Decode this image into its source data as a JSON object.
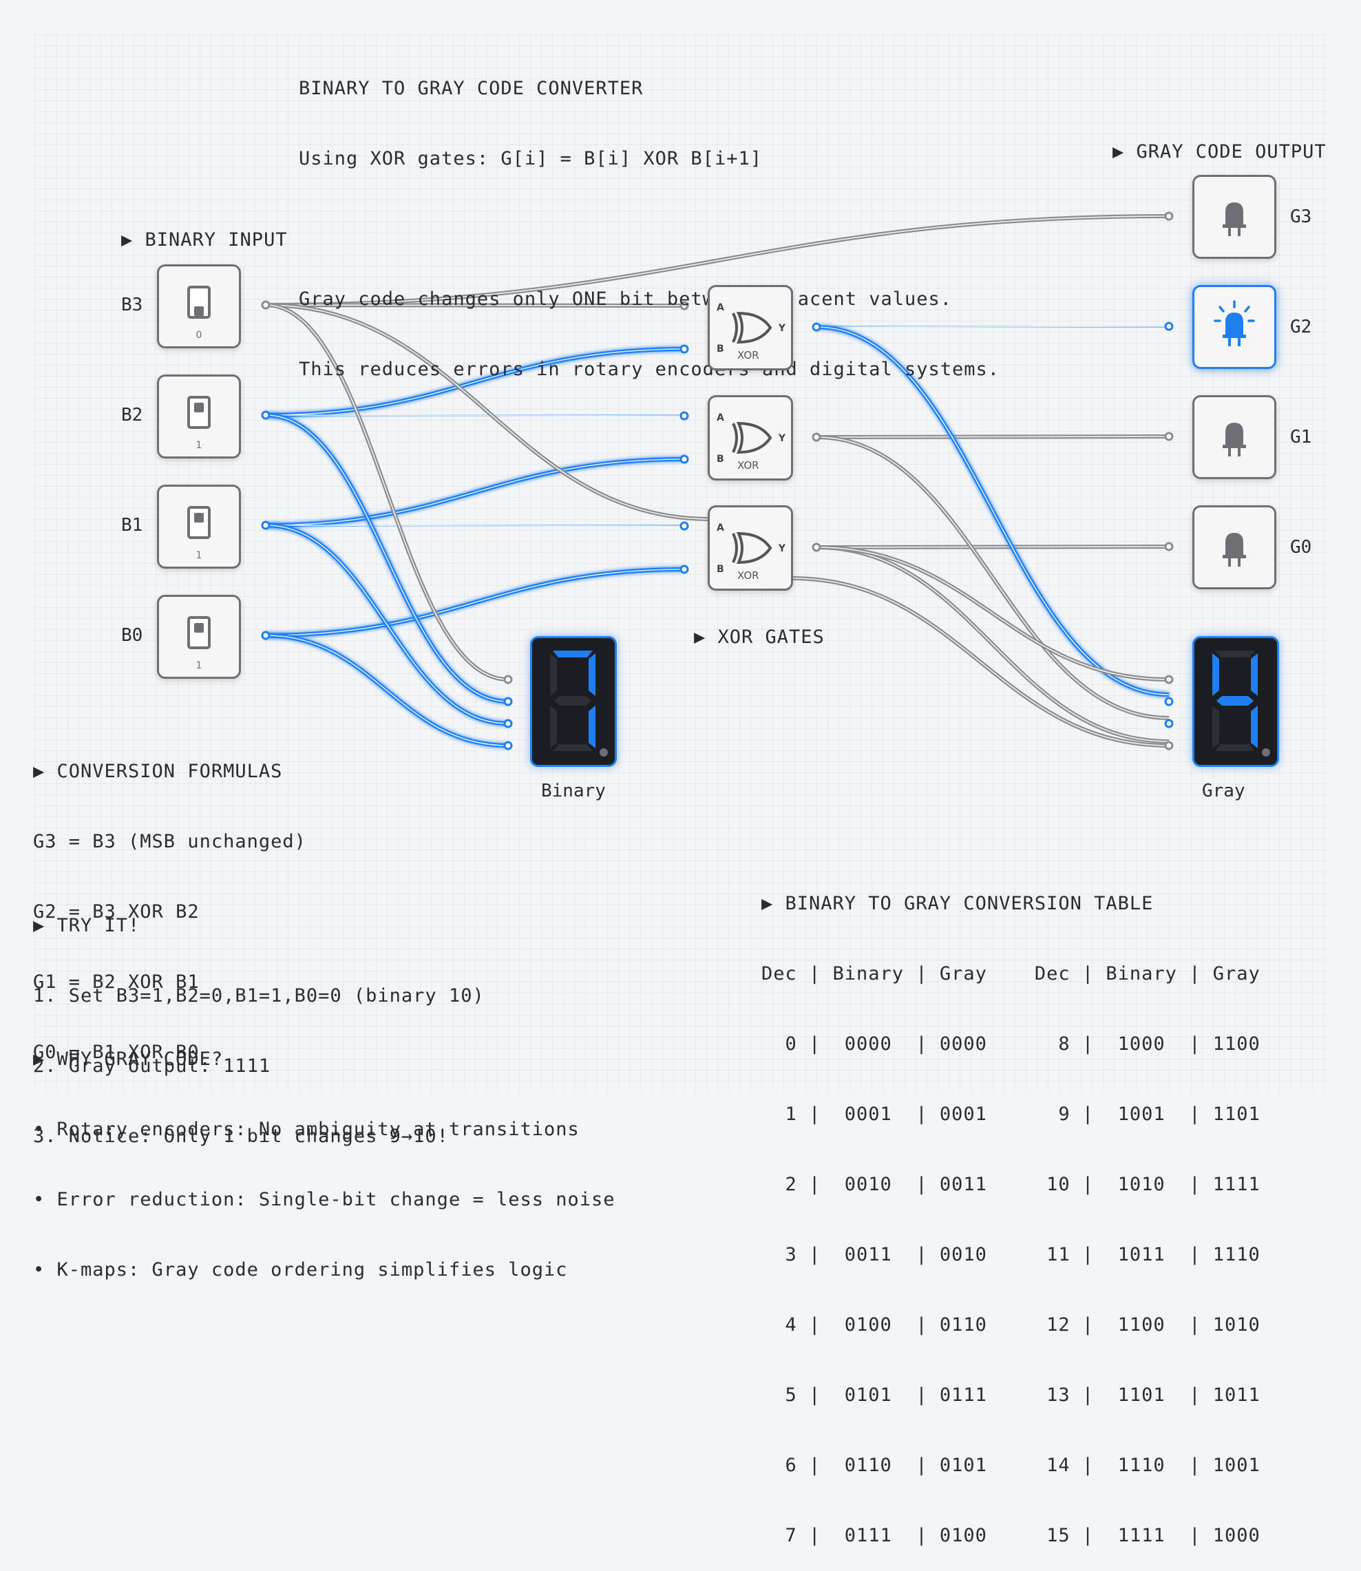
{
  "header": {
    "lines": [
      "BINARY TO GRAY CODE CONVERTER",
      "Using XOR gates: G[i] = B[i] XOR B[i+1]",
      "",
      "Gray code changes only ONE bit between adjacent values.",
      "This reduces errors in rotary encoders and digital systems."
    ]
  },
  "sections": {
    "binary_input": "▶ BINARY INPUT",
    "gray_output": "▶ GRAY CODE OUTPUT",
    "xor_gates": "▶ XOR GATES"
  },
  "inputs": [
    {
      "label": "B3",
      "value": "0",
      "on": false
    },
    {
      "label": "B2",
      "value": "1",
      "on": true
    },
    {
      "label": "B1",
      "value": "1",
      "on": true
    },
    {
      "label": "B0",
      "value": "1",
      "on": true
    }
  ],
  "outputs": [
    {
      "label": "G3",
      "on": false
    },
    {
      "label": "G2",
      "on": true
    },
    {
      "label": "G1",
      "on": false
    },
    {
      "label": "G0",
      "on": false
    }
  ],
  "gates": [
    {
      "name": "XOR",
      "pin_a": "A",
      "pin_b": "B",
      "pin_y": "Y"
    },
    {
      "name": "XOR",
      "pin_a": "A",
      "pin_b": "B",
      "pin_y": "Y"
    },
    {
      "name": "XOR",
      "pin_a": "A",
      "pin_b": "B",
      "pin_y": "Y"
    }
  ],
  "displays": [
    {
      "label": "Binary",
      "digit": 7
    },
    {
      "label": "Gray",
      "digit": 4
    }
  ],
  "formulas": {
    "lines": [
      "▶ CONVERSION FORMULAS",
      "G3 = B3 (MSB unchanged)",
      "G2 = B3 XOR B2",
      "G1 = B2 XOR B1",
      "G0 = B1 XOR B0"
    ]
  },
  "try_it": {
    "lines": [
      "▶ TRY IT!",
      "1. Set B3=1,B2=0,B1=1,B0=0 (binary 10)",
      "2. Gray output: 1111",
      "3. Notice: Only 1 bit changes 9→10!"
    ]
  },
  "why": {
    "lines": [
      "▶ WHY GRAY CODE?",
      "• Rotary encoders: No ambiguity at transitions",
      "• Error reduction: Single-bit change = less noise",
      "• K-maps: Gray code ordering simplifies logic"
    ]
  },
  "table": {
    "lines": [
      "▶ BINARY TO GRAY CONVERSION TABLE",
      "Dec | Binary | Gray    Dec | Binary | Gray",
      "  0 |  0000  | 0000      8 |  1000  | 1100",
      "  1 |  0001  | 0001      9 |  1001  | 1101",
      "  2 |  0010  | 0011     10 |  1010  | 1111",
      "  3 |  0011  | 0010     11 |  1011  | 1110",
      "  4 |  0100  | 0110     12 |  1100  | 1010",
      "  5 |  0101  | 0111     13 |  1101  | 1011",
      "  6 |  0110  | 0101     14 |  1110  | 1001",
      "  7 |  0111  | 0100     15 |  1111  | 1000"
    ]
  },
  "colors": {
    "active": "#1f7ef0",
    "inactive": "#8a8c90"
  }
}
